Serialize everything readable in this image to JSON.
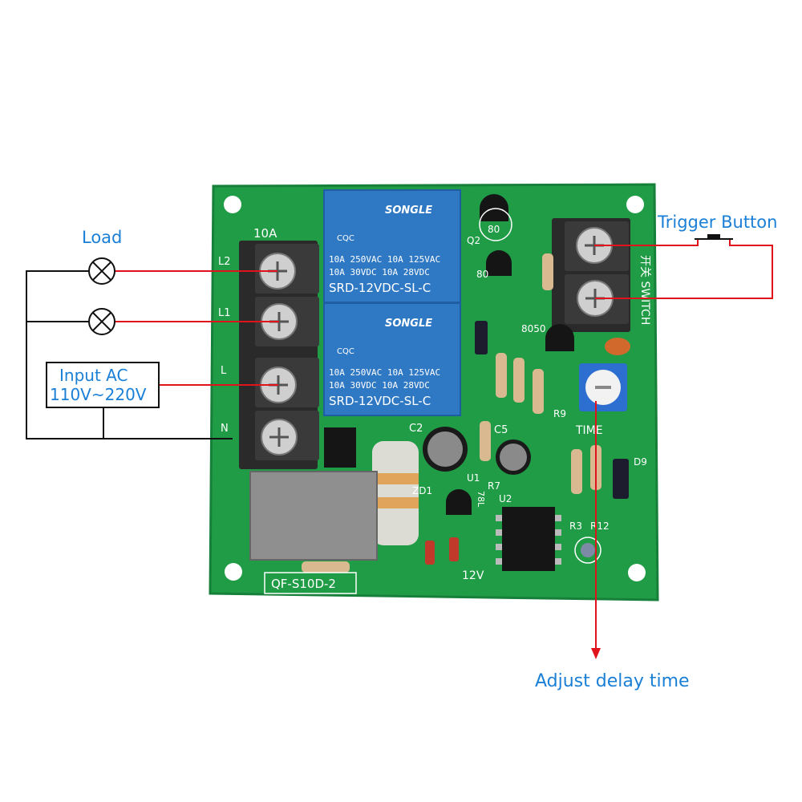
{
  "annotations": {
    "load": "Load",
    "input_line1": "Input AC",
    "input_line2": "110V~220V",
    "trigger": "Trigger Button",
    "adjust": "Adjust delay time"
  },
  "board": {
    "rating": "10A",
    "term_l2": "L2",
    "term_l1": "L1",
    "term_l": "L",
    "term_n": "N",
    "model": "QF-S10D-2",
    "voltage": "12V",
    "time_label": "TIME",
    "switch_label": "开关 SWITCH",
    "q2": "Q2",
    "q80a": "80",
    "q80b": "80",
    "q8050": "8050",
    "c2": "C2",
    "c5": "C5",
    "r9": "R9",
    "r7": "R7",
    "r3": "R3",
    "r12": "R12",
    "u1": "U1",
    "u2": "U2",
    "zd1": "ZD1",
    "d9": "D9",
    "l78": "78L"
  },
  "relays": [
    {
      "brand": "SONGLE",
      "cert": "CQC",
      "line1": "10A 250VAC  10A 125VAC",
      "line2": "10A  30VDC  10A  28VDC",
      "model": "SRD-12VDC-SL-C"
    },
    {
      "brand": "SONGLE",
      "cert": "CQC",
      "line1": "10A 250VAC  10A 125VAC",
      "line2": "10A  30VDC  10A  28VDC",
      "model": "SRD-12VDC-SL-C"
    }
  ],
  "colors": {
    "pcb": "#1f9c45",
    "relay": "#2f78c4",
    "wire_red": "#e0121b",
    "wire_black": "#111111",
    "label_blue": "#1a7fd6"
  }
}
